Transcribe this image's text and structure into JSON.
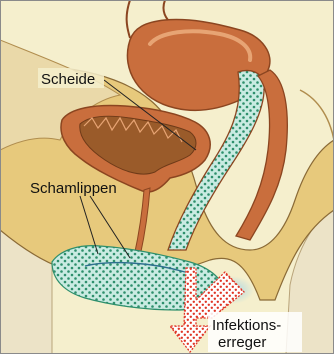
{
  "labels": {
    "vagina": "Scheide",
    "labia": "Schamlippen",
    "pathogen_line1": "Infektions-",
    "pathogen_line2": "erreger"
  },
  "colors": {
    "background": "#f5efcd",
    "frame": "#8a8a8a",
    "skin": "#f2e6c8",
    "tissue": "#e7c97c",
    "tissue_edge": "#8a6a36",
    "organ": "#c96e3d",
    "organ_dark": "#8b4520",
    "organ_light": "#e7a474",
    "bladder_inner": "#9a5b2a",
    "infection_fill": "#c9ebe2",
    "infection_dots": "#2e8f6c",
    "arrow_dots": "#e03525",
    "arrow_fill": "#ffffff"
  }
}
